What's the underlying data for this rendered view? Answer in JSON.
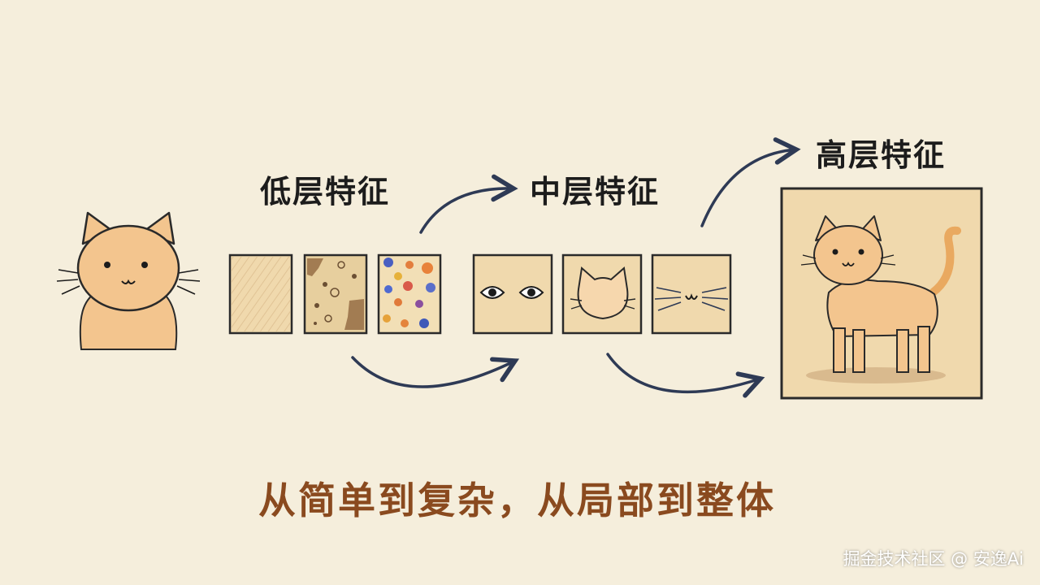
{
  "labels": {
    "low": "低层特征",
    "mid": "中层特征",
    "high": "高层特征"
  },
  "caption": "从简单到复杂，从局部到整体",
  "watermark": "掘金技术社区 @ 安逸Ai",
  "colors": {
    "background": "#f5eedc",
    "tile_fill": "#f0d9ad",
    "outline": "#2a2a2a",
    "arrow": "#2e3a55",
    "cat_fill": "#f3c58e",
    "caption": "#8a4a1f"
  },
  "stages": [
    {
      "name": "low",
      "tiles": [
        "edges-lines",
        "textures-spots",
        "color-blobs"
      ]
    },
    {
      "name": "mid",
      "tiles": [
        "eyes",
        "cat-head-outline",
        "whiskers-mouth"
      ]
    },
    {
      "name": "high",
      "tiles": [
        "whole-cat"
      ]
    }
  ]
}
